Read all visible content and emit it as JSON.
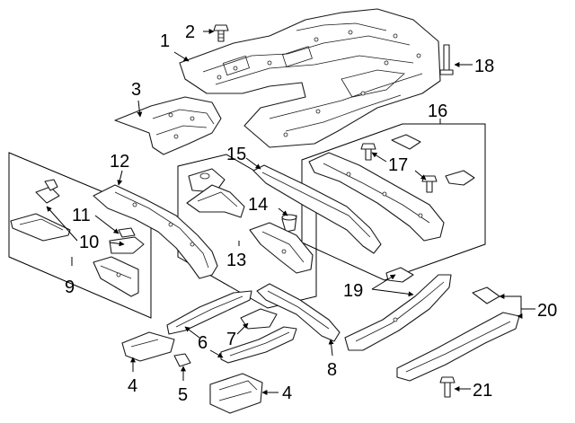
{
  "callouts": {
    "c1": "1",
    "c2": "2",
    "c3": "3",
    "c4a": "4",
    "c4b": "4",
    "c5": "5",
    "c6": "6",
    "c7": "7",
    "c8": "8",
    "c9": "9",
    "c10": "10",
    "c11": "11",
    "c12": "12",
    "c13": "13",
    "c14": "14",
    "c15": "15",
    "c16": "16",
    "c17": "17",
    "c18": "18",
    "c19": "19",
    "c20": "20",
    "c21": "21"
  }
}
